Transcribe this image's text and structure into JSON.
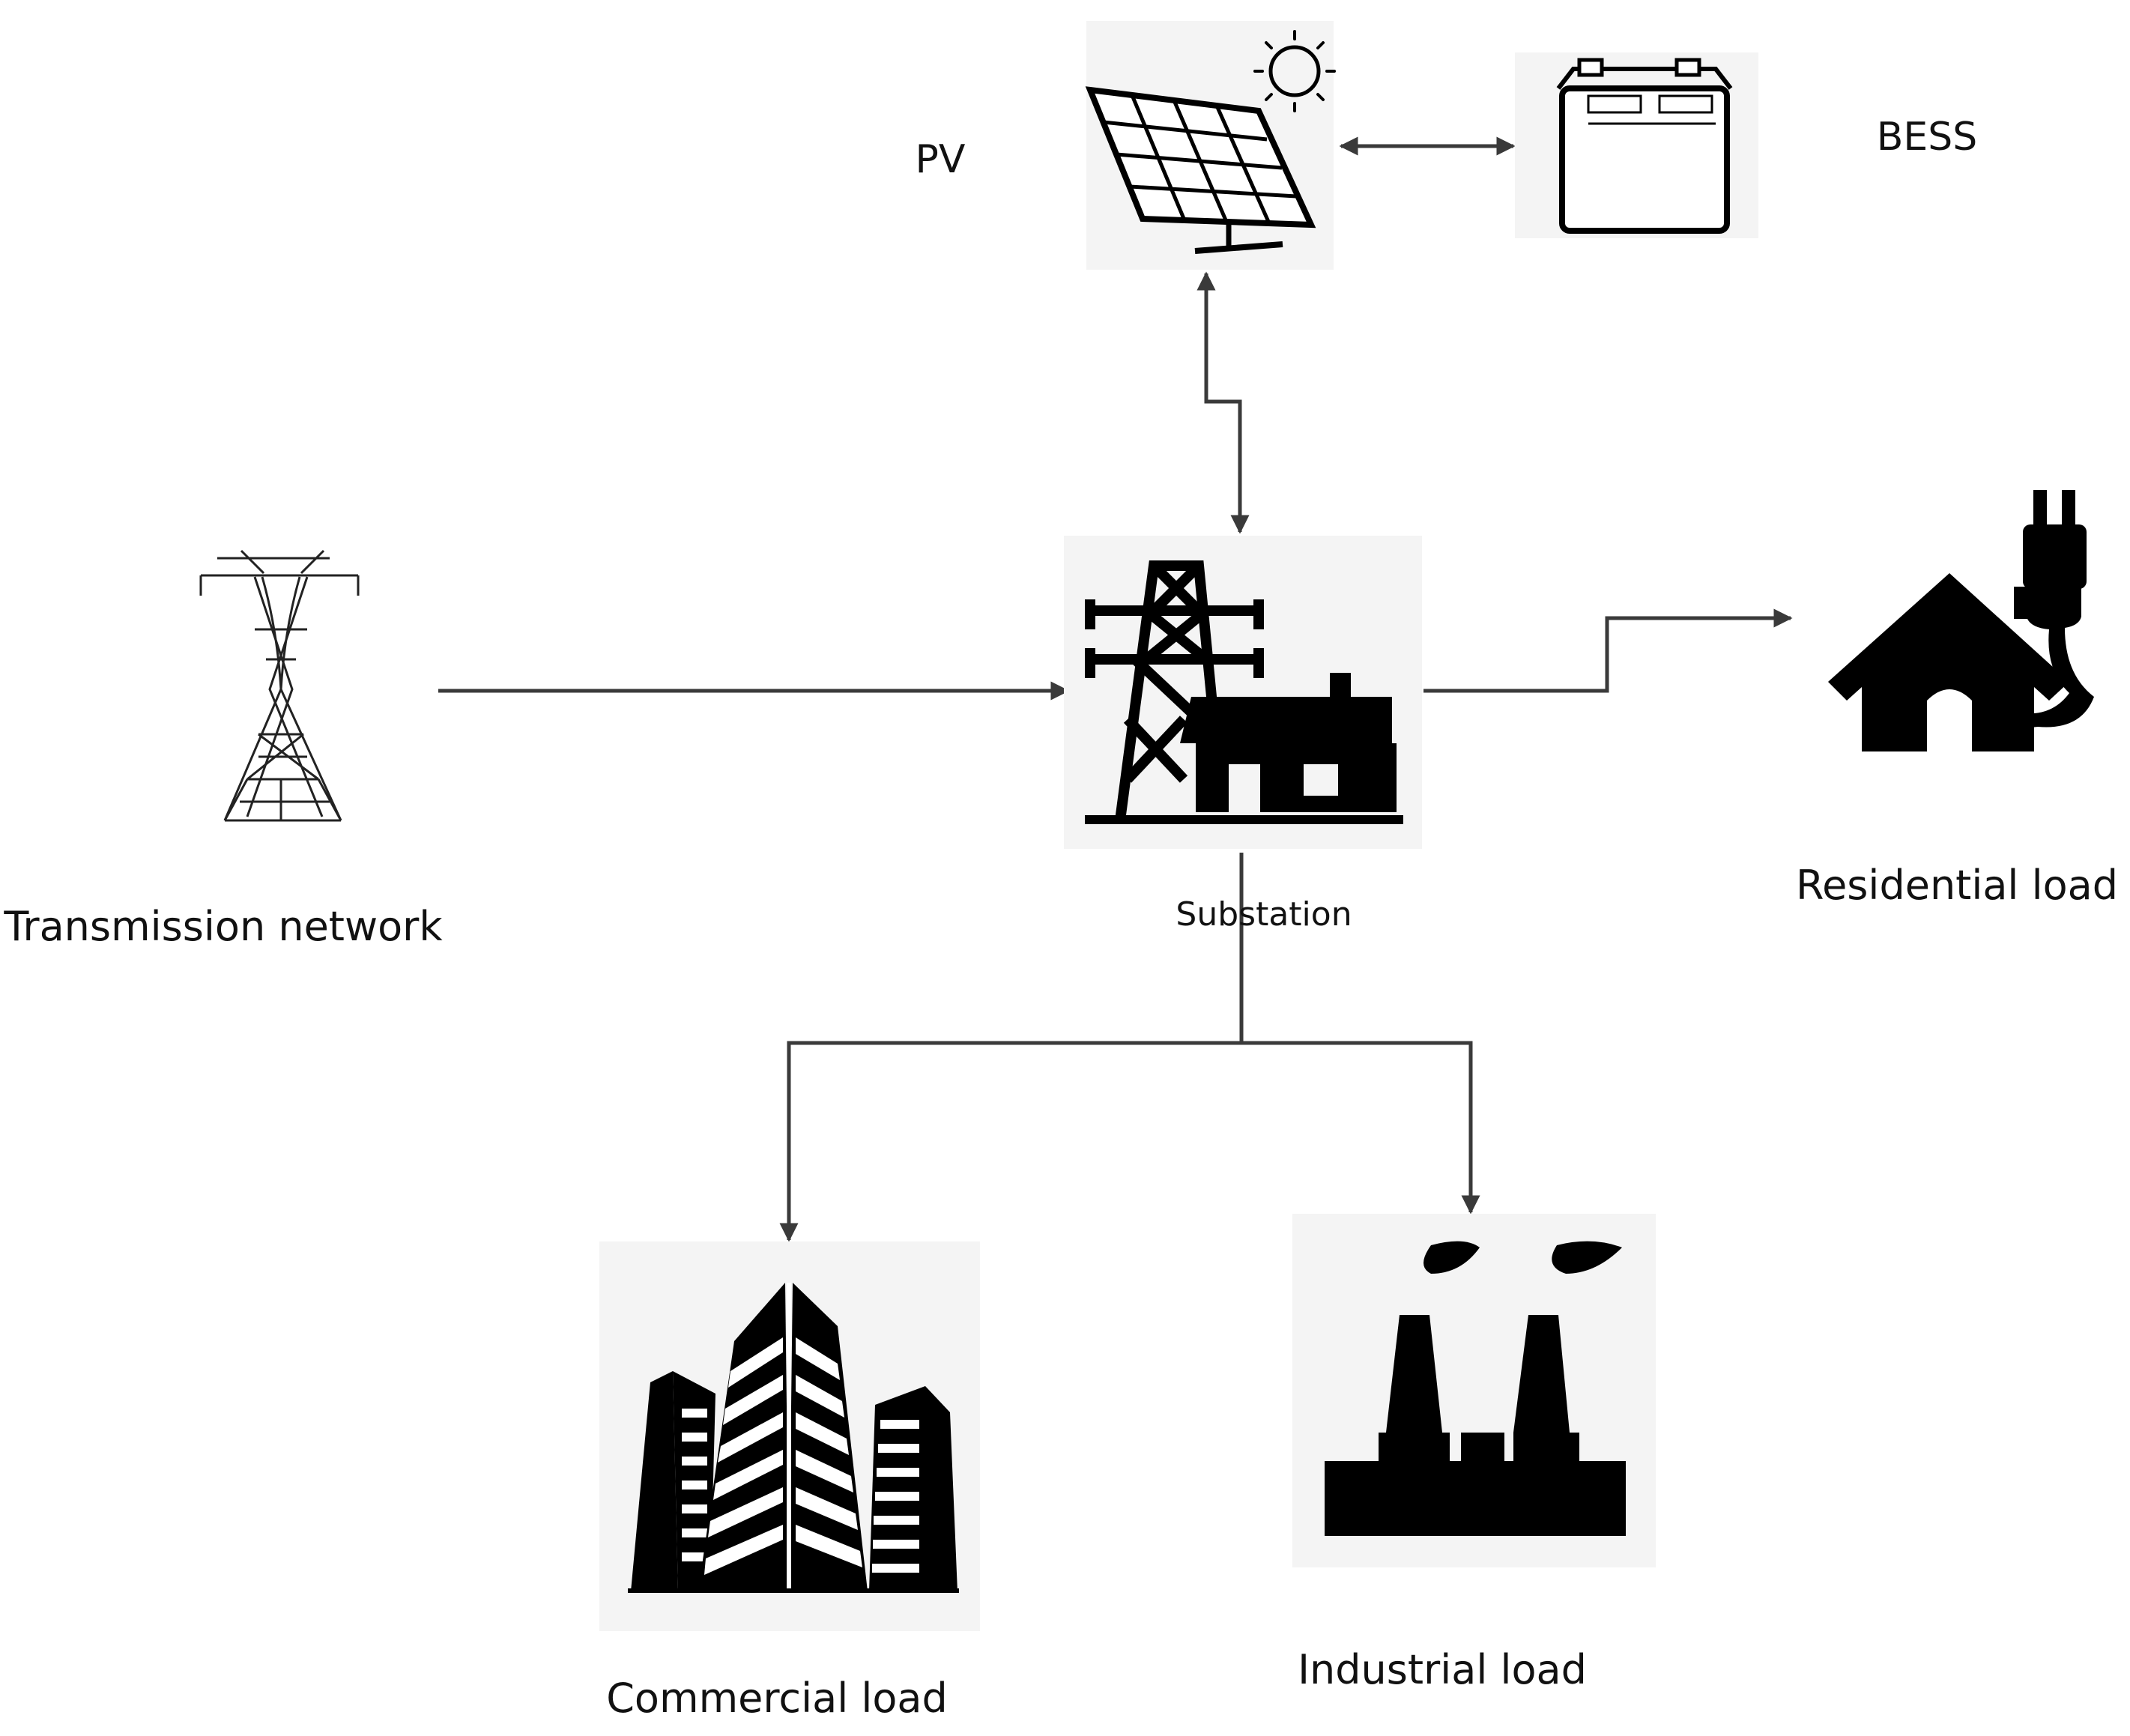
{
  "nodes": {
    "pv": {
      "label": "PV",
      "icon": "solar-panel-icon"
    },
    "bess": {
      "label": "BESS",
      "icon": "battery-icon"
    },
    "transmission": {
      "label": "Transmission network",
      "icon": "transmission-tower-icon"
    },
    "substation": {
      "label": "Substation",
      "icon": "substation-icon"
    },
    "residential": {
      "label": "Residential load",
      "icon": "house-plug-icon"
    },
    "commercial": {
      "label": "Commercial load",
      "icon": "office-buildings-icon"
    },
    "industrial": {
      "label": "Industrial load",
      "icon": "factory-icon"
    }
  },
  "edges": [
    {
      "from": "pv",
      "to": "bess",
      "direction": "bidirectional"
    },
    {
      "from": "pv",
      "to": "substation",
      "direction": "bidirectional"
    },
    {
      "from": "transmission",
      "to": "substation",
      "direction": "forward"
    },
    {
      "from": "substation",
      "to": "residential",
      "direction": "forward"
    },
    {
      "from": "substation",
      "to": "commercial",
      "direction": "forward"
    },
    {
      "from": "substation",
      "to": "industrial",
      "direction": "forward"
    }
  ],
  "colors": {
    "line": "#3a3a3a",
    "icon": "#000000",
    "icon_background": "#f4f4f4"
  }
}
